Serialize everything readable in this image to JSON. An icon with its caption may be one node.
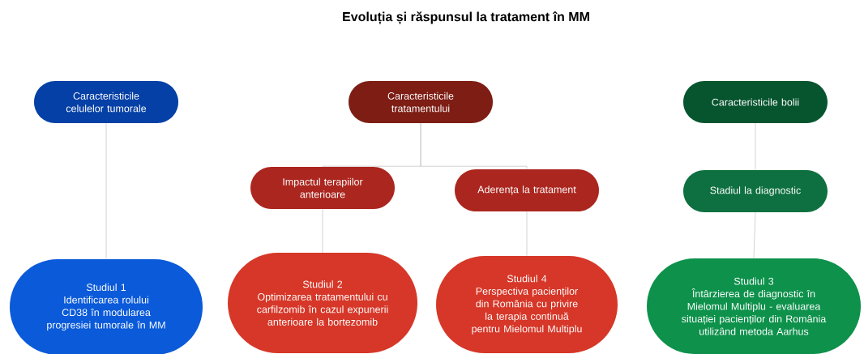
{
  "diagram": {
    "title": "Evoluția și răspunsul la tratament în MM",
    "nodes": [
      {
        "text": [
          "Caracteristicile celulelor tumorale"
        ]
      },
      {
        "text": [
          "Caracteristicile tratamentului"
        ]
      },
      {
        "text": [
          "Caracteristicile bolii"
        ]
      },
      {
        "text": [
          "Impactul terapiilor anterioare"
        ]
      },
      {
        "text": [
          "Aderența la tratament"
        ]
      },
      {
        "text": [
          "Stadiul la diagnostic"
        ]
      },
      {
        "text": [
          "Studiul 1",
          "Identificarea rolului CD38 în modularea progresiei tumorale în MM"
        ]
      },
      {
        "text": [
          "Studiul 2",
          "Optimizarea tratamentului cu carfilzomib în cazul expunerii anterioare la bortezomib"
        ]
      },
      {
        "text": [
          "Studiul 4",
          "Perspectiva pacienților din România cu privire la terapia continuă pentru Mielomul Multiplu"
        ]
      },
      {
        "text": [
          "Studiul 3",
          "Întârzierea de diagnostic în Mielomul Multiplu - evaluarea situației pacienților din România utilizând metoda Aarhus"
        ]
      }
    ],
    "edges": [
      {
        "from": 0,
        "to": 6,
        "arrow": "none"
      },
      {
        "from": 1,
        "to": 3,
        "arrow": "none"
      },
      {
        "from": 1,
        "to": 4,
        "arrow": "none"
      },
      {
        "from": 3,
        "to": 7,
        "arrow": "none"
      },
      {
        "from": 4,
        "to": 8,
        "arrow": "none"
      },
      {
        "from": 2,
        "to": 5,
        "arrow": "none"
      },
      {
        "from": 5,
        "to": 9,
        "arrow": "none"
      }
    ]
  }
}
